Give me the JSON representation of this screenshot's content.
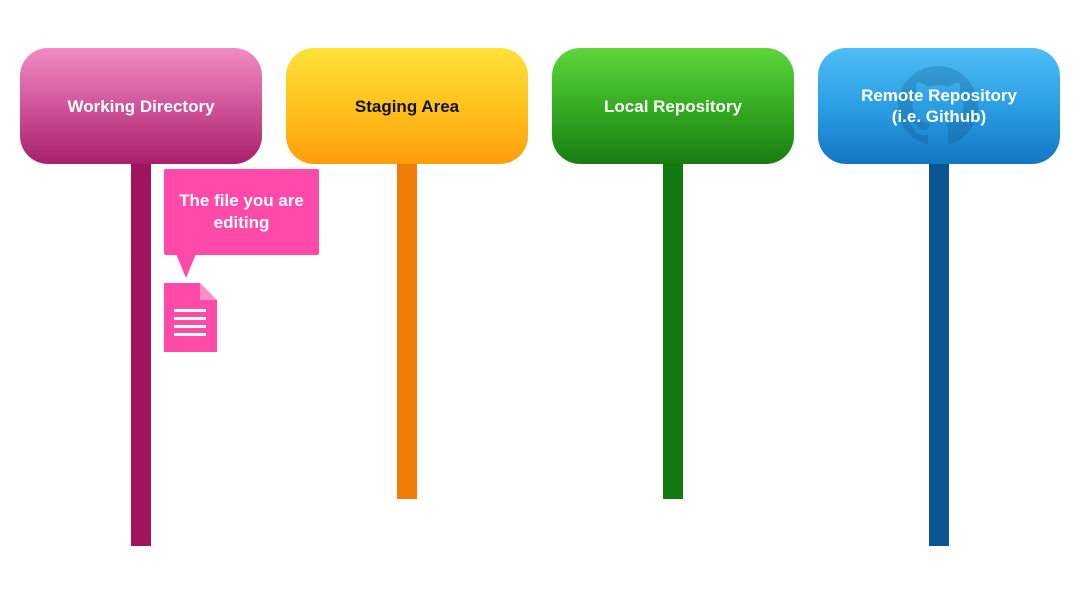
{
  "stages": {
    "working": {
      "label": "Working Directory"
    },
    "staging": {
      "label": "Staging Area"
    },
    "local": {
      "label": "Local Repository"
    },
    "remote": {
      "label": "Remote Repository\n(i.e. Github)",
      "watermark_icon": "github-octocat-icon"
    }
  },
  "callout": {
    "text": "The file you are editing",
    "icon": "file-document-icon"
  },
  "colors": {
    "working": "#a0145e",
    "staging": "#f07d06",
    "local": "#107a10",
    "remote": "#0b5690",
    "callout": "#ff4aa9"
  }
}
